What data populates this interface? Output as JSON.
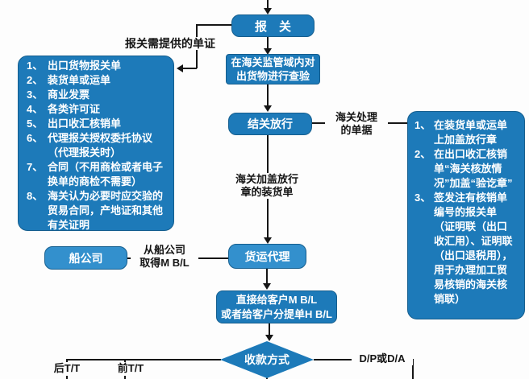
{
  "colors": {
    "box_dark": "#1d7ab9",
    "box_light": "#3390cd",
    "box_border": "#155e8e",
    "line": "#161616"
  },
  "nodes": {
    "declare": "报　关",
    "inspect": "在海关监管域内对\n出货物进行查验",
    "release": "结关放行",
    "shipping_co": "船公司",
    "forwarder": "货运代理",
    "give_bl": "直接给客户M B/L\n或者给客户分提单H B/L",
    "payment": "收款方式"
  },
  "labels": {
    "docs_needed": "报关需提供的单证",
    "customs_docs": "海关处理\n的单据",
    "stamped_so": "海关加盖放行\n章的装货单",
    "from_shipping": "从船公司\n取得M B/L",
    "post_tt": "后T/T",
    "pre_tt": "前T/T",
    "dp_da": "D/P或D/A"
  },
  "left_box": {
    "items": [
      {
        "no": "1、",
        "text": "出口货物报关单"
      },
      {
        "no": "2、",
        "text": "装货单或运单"
      },
      {
        "no": "3、",
        "text": "商业发票"
      },
      {
        "no": "4、",
        "text": "各类许可证"
      },
      {
        "no": "5、",
        "text": "出口收汇核销单"
      },
      {
        "no": "6、",
        "text": "代理报关授权委托协议（代理报关时）"
      },
      {
        "no": "7、",
        "text": "合同（不用商检或者电子换单的商检不需要）"
      },
      {
        "no": "8、",
        "text": "海关认为必要时应交验的贸易合同，产地证和其他有关证明"
      }
    ]
  },
  "right_box": {
    "items": [
      {
        "no": "1、",
        "text": "在装货单或运单上加盖放行章"
      },
      {
        "no": "2、",
        "text": "在出口收汇核销单“海关核放情况”加盖“验讫章”"
      },
      {
        "no": "3、",
        "text": "签发注有核销单编号的报关单（证明联（出口收汇用）、证明联（出口退税用），用于办理加工贸易核销的海关核销联）"
      }
    ]
  }
}
